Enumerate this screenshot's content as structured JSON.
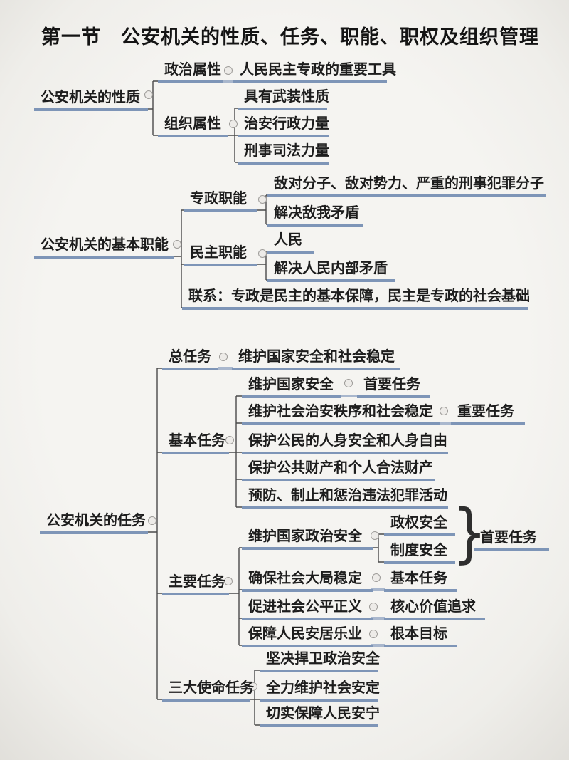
{
  "page": {
    "title": "第一节　公安机关的性质、任务、职能、职权及组织管理",
    "accent_color": "#7e95b7",
    "connector_color": "#4a4a4a",
    "brace_glyph": "}"
  },
  "sections": [
    {
      "root": {
        "label": "公安机关的性质"
      },
      "branches": [
        {
          "label": "政治属性",
          "children": [
            {
              "label": "人民民主专政的重要工具"
            }
          ]
        },
        {
          "label": "组织属性",
          "children": [
            {
              "label": "具有武装性质"
            },
            {
              "label": "治安行政力量"
            },
            {
              "label": "刑事司法力量"
            }
          ]
        }
      ]
    },
    {
      "root": {
        "label": "公安机关的基本职能"
      },
      "branches": [
        {
          "label": "专政职能",
          "children": [
            {
              "label": "敌对分子、敌对势力、严重的刑事犯罪分子"
            },
            {
              "label": "解决敌我矛盾"
            }
          ]
        },
        {
          "label": "民主职能",
          "children": [
            {
              "label": "人民"
            },
            {
              "label": "解决人民内部矛盾"
            }
          ]
        },
        {
          "label": "联系：专政是民主的基本保障，民主是专政的社会基础"
        }
      ]
    },
    {
      "root": {
        "label": "公安机关的任务"
      },
      "branches": [
        {
          "label": "总任务",
          "children": [
            {
              "label": "维护国家安全和社会稳定"
            }
          ]
        },
        {
          "label": "基本任务",
          "children": [
            {
              "label": "维护国家安全",
              "tag": "首要任务"
            },
            {
              "label": "维护社会治安秩序和社会稳定",
              "tag": "重要任务"
            },
            {
              "label": "保护公民的人身安全和人身自由"
            },
            {
              "label": "保护公共财产和个人合法财产"
            },
            {
              "label": "预防、制止和惩治违法犯罪活动"
            }
          ]
        },
        {
          "label": "主要任务",
          "children": [
            {
              "label": "维护国家政治安全",
              "sub": [
                {
                  "label": "政权安全"
                },
                {
                  "label": "制度安全"
                }
              ],
              "tag": "首要任务"
            },
            {
              "label": "确保社会大局稳定",
              "tag": "基本任务"
            },
            {
              "label": "促进社会公平正义",
              "tag": "核心价值追求"
            },
            {
              "label": "保障人民安居乐业",
              "tag": "根本目标"
            }
          ]
        },
        {
          "label": "三大使命任务",
          "children": [
            {
              "label": "坚决捍卫政治安全"
            },
            {
              "label": "全力维护社会安定"
            },
            {
              "label": "切实保障人民安宁"
            }
          ]
        }
      ]
    }
  ]
}
